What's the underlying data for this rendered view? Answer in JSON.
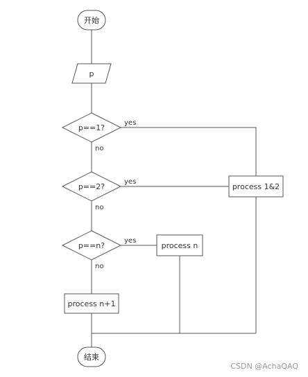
{
  "nodes": {
    "start": "开始",
    "input": "p",
    "decision1": "p==1?",
    "decision2": "p==2?",
    "decision3": "p==n?",
    "process12": "process 1&2",
    "processN": "process n",
    "processN1": "process n+1",
    "end": "结束"
  },
  "edges": {
    "yes1": "yes",
    "no1": "no",
    "yes2": "yes",
    "no2": "no",
    "yes3": "yes",
    "no3": "no"
  },
  "watermark": "CSDN @AchaQAQ"
}
